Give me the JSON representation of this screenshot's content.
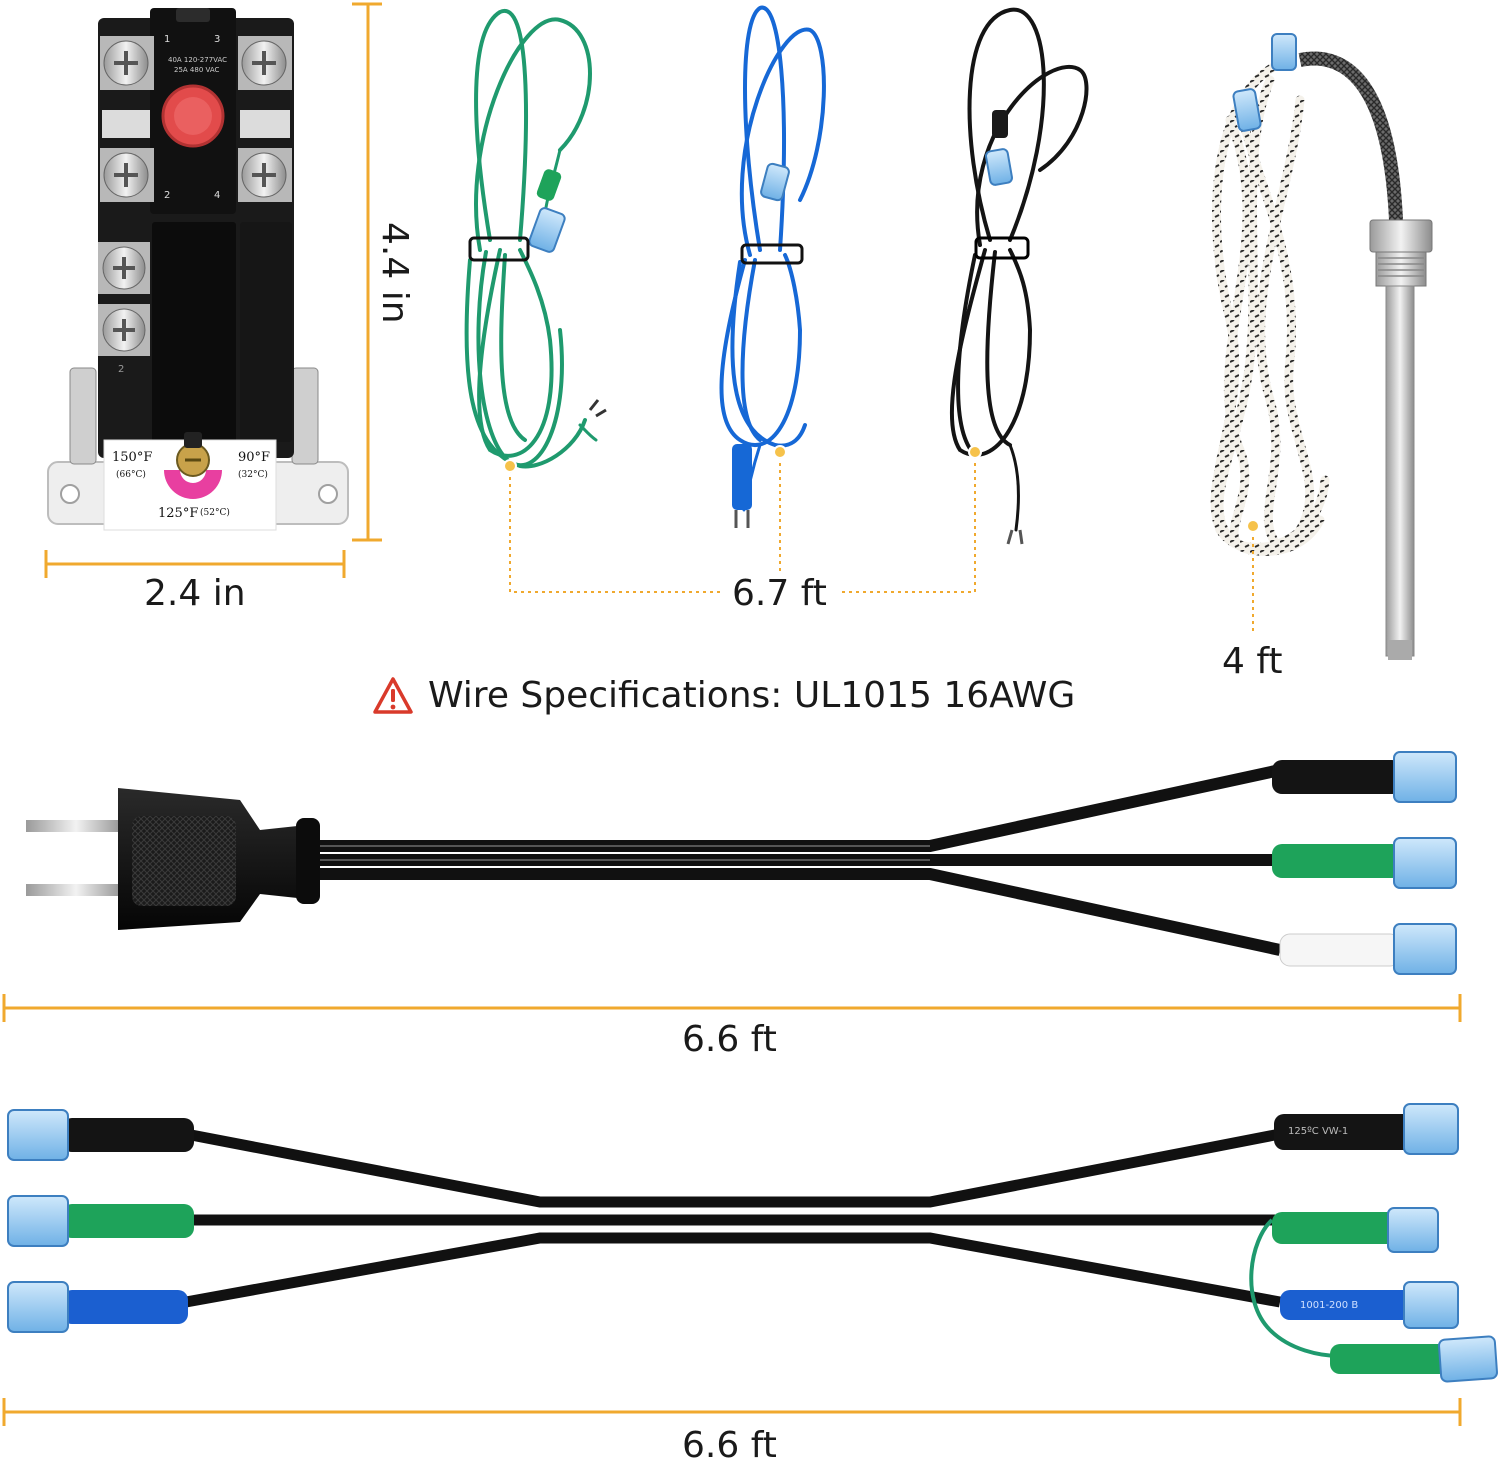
{
  "dimensions": {
    "thermostat_height": "4.4 in",
    "thermostat_width": "2.4 in",
    "wire_length": "6.7 ft",
    "probe_length": "4 ft",
    "plug_harness_length": "6.6 ft",
    "jumper_harness_length": "6.6 ft"
  },
  "spec": {
    "warning_icon": "warning-triangle-icon",
    "text": "Wire Specifications: UL1015 16AWG"
  },
  "thermostat": {
    "terminal_top_left": "1",
    "terminal_top_right": "3",
    "terminal_bottom_left": "2",
    "terminal_bottom_right": "4",
    "rating_line_1": "40A 120-277VAC",
    "rating_line_2": "25A 480 VAC",
    "dial_high": "150°F",
    "dial_high_c": "(66°C)",
    "dial_low": "90°F",
    "dial_low_c": "(32°C)",
    "dial_mid": "125°F",
    "dial_mid_c": "(52°C)",
    "side_mark": "2"
  },
  "sleeve_text": {
    "harness_right_top": "125ºC   VW-1",
    "harness_right_blue": "1001-200 B"
  },
  "colors": {
    "dimension_line": "#f0a92e",
    "wire_green": "#1f9a6e",
    "wire_blue": "#1668d6",
    "wire_black": "#141414",
    "terminal_blue": "#8fc6ef",
    "sleeve_green": "#1ea35a",
    "warning_red": "#d93a2b"
  }
}
